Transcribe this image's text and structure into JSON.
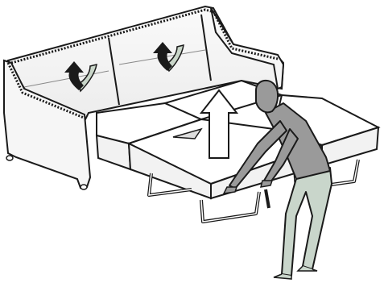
{
  "illustration": {
    "subject": "sofa-bed-unfolding-instruction",
    "colors": {
      "outline": "#1a1a1a",
      "sofa_fill": "#f4f4f4",
      "cushion_fill": "#ffffff",
      "arrow_light": "#c9d6c9",
      "arrow_dark": "#1a1a1a",
      "person_fill": "#9a9a9a",
      "person_legs": "#c9d6cb",
      "frame": "#222222"
    },
    "icons": [
      "rotate-back-arrow",
      "rotate-back-arrow",
      "up-arrow"
    ]
  }
}
